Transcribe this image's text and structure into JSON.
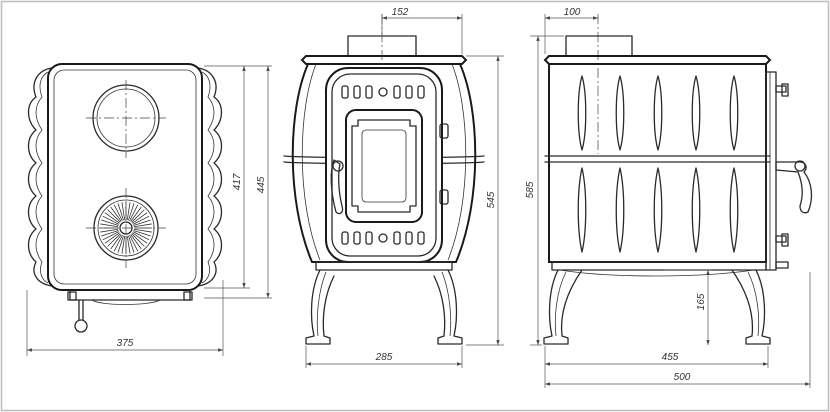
{
  "dimensions": {
    "top_view": {
      "width": "375",
      "inner_height": "417",
      "total_height": "445"
    },
    "front_view": {
      "chimney_offset": "152",
      "width": "285",
      "height": "545"
    },
    "side_view": {
      "chimney_offset": "100",
      "height": "585",
      "leg_height": "165",
      "body_depth": "455",
      "total_depth": "500"
    }
  },
  "colors": {
    "line": "#2a2a2a",
    "dimension": "#555555",
    "background": "#ffffff",
    "frame": "#bdbdbd"
  }
}
